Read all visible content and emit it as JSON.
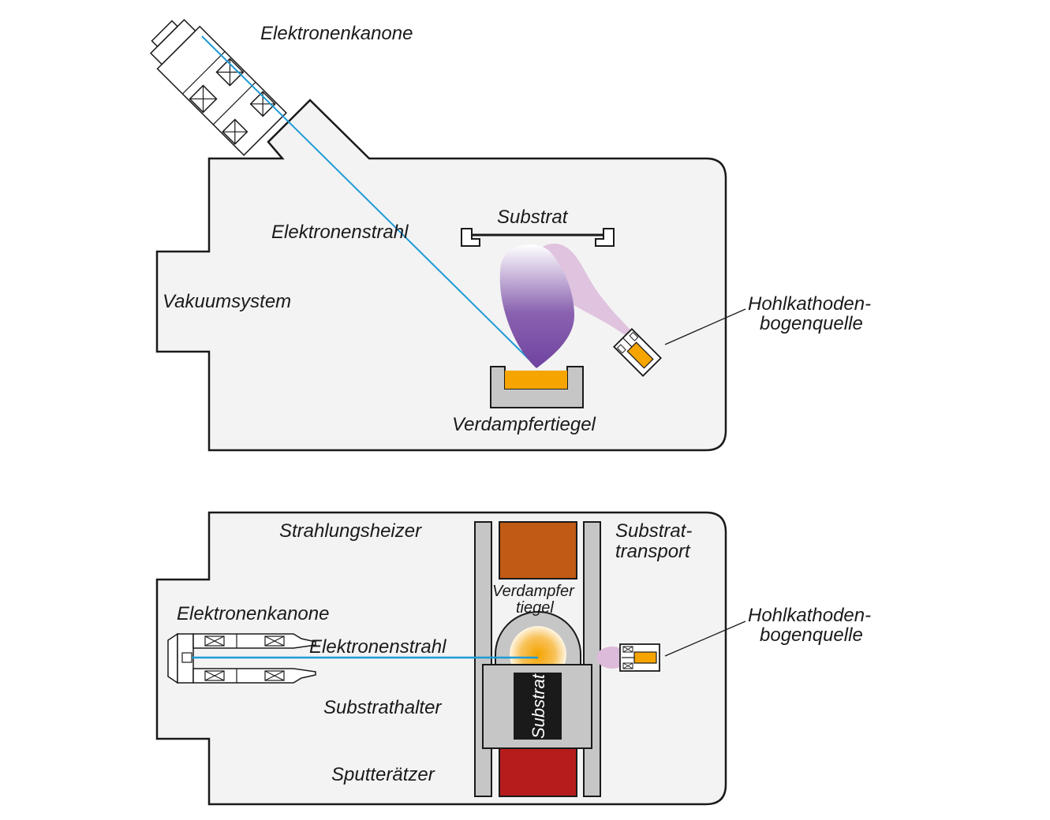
{
  "top": {
    "electron_gun": "Elektronenkanone",
    "electron_beam": "Elektronenstrahl",
    "substrate": "Substrat",
    "vacuum_system": "Vakuumsystem",
    "hollow_cathode_line1": "Hohlkathoden-",
    "hollow_cathode_line2": "bogenquelle",
    "crucible": "Verdampfertiegel"
  },
  "bottom": {
    "radiation_heater": "Strahlungsheizer",
    "substrate_transport_line1": "Substrat-",
    "substrate_transport_line2": "transport",
    "electron_gun": "Elektronenkanone",
    "crucible_line1": "Verdampfer",
    "crucible_line2": "tiegel",
    "electron_beam": "Elektronenstrahl",
    "hollow_cathode_line1": "Hohlkathoden-",
    "hollow_cathode_line2": "bogenquelle",
    "substrate_holder": "Substrathalter",
    "substrate": "Substrat",
    "sputter_etcher": "Sputterätzer"
  },
  "colors": {
    "chamber_fill": "#f3f3f3",
    "outline": "#1a1a1a",
    "beam": "#1e9ad6",
    "vapor_plume": "#7a4fa0",
    "arc_plume": "#d7b2d4",
    "melt": "#f5a400",
    "heater": "#c05a14",
    "sputter": "#b71c1c",
    "substrate_dark": "#1a1a1a",
    "holder_gray": "#c6c6c6"
  }
}
